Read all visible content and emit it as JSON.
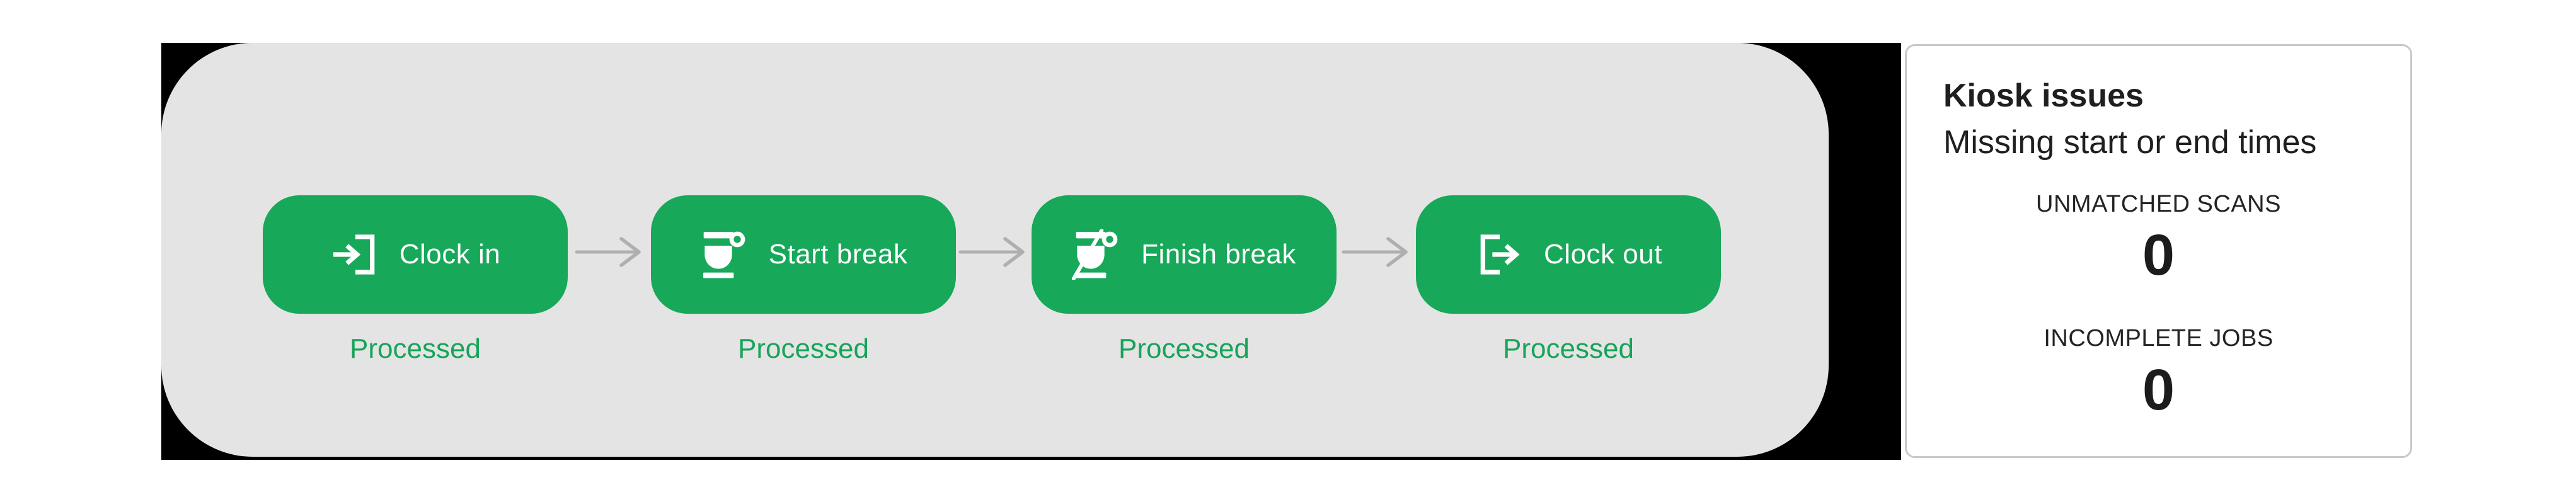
{
  "flow": {
    "steps": [
      {
        "label": "Clock in",
        "status": "Processed",
        "icon": "login-icon"
      },
      {
        "label": "Start break",
        "status": "Processed",
        "icon": "coffee-cup-icon"
      },
      {
        "label": "Finish break",
        "status": "Processed",
        "icon": "coffee-cup-slash-icon"
      },
      {
        "label": "Clock out",
        "status": "Processed",
        "icon": "logout-icon"
      }
    ],
    "connector_icon": "arrow-right-icon"
  },
  "kiosk_panel": {
    "title": "Kiosk issues",
    "subtitle": "Missing start or end times",
    "stats": [
      {
        "label": "UNMATCHED SCANS",
        "value": "0"
      },
      {
        "label": "INCOMPLETE JOBS",
        "value": "0"
      }
    ]
  },
  "colors": {
    "button_green": "#17A85A",
    "processed_green": "#17A45A",
    "panel_gray": "#E4E4E4",
    "backdrop_black": "#000000",
    "card_border": "#C9C9C9",
    "arrow_gray": "#AFAFAF",
    "text_dark": "#1F1F1F"
  }
}
